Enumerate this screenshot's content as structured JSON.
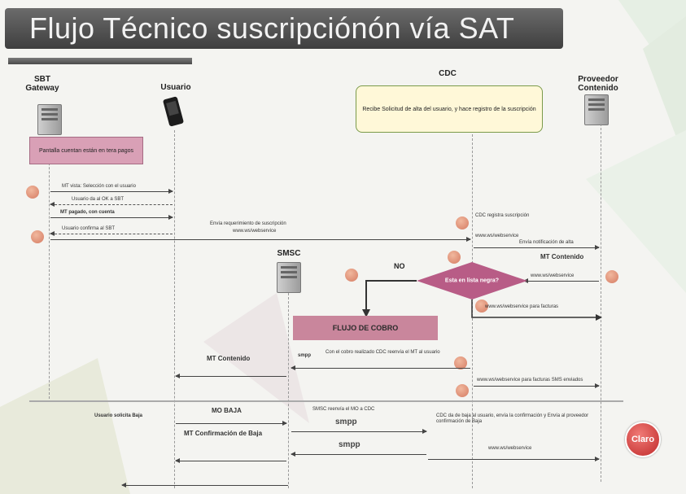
{
  "title": "Flujo Técnico suscripciónón vía SAT",
  "lifelines": {
    "sbt": "SBT Gateway",
    "usuario": "Usuario",
    "cdc": "CDC",
    "proveedor": "Proveedor Contenido",
    "smsc": "SMSC"
  },
  "boxes": {
    "sbt_note": "Pantalla cuentan están en tera pagos",
    "cdc_note": "Recibe Solicitud de alta del usuario, y hace registro de la suscripción",
    "cobro": "FLUJO DE COBRO",
    "decision": "Esta en lista negra?",
    "no_label": "NO"
  },
  "messages": {
    "m1": "MT vista: Selección con el usuario",
    "m2": "Usuario da al OK a SBT",
    "m3": "MT pagado, con cuenta",
    "m4": "Usuario confirma al SBT",
    "m5": "Envía requerimiento de suscripción",
    "m5b": "www.ws/webservice",
    "m6": "CDC registra suscripción",
    "m7": "www.ws/webservice",
    "m8": "Envía notificación de alta",
    "m9": "MT Contenido",
    "m10": "www.ws/webservice",
    "m11": "www.ws/webservice   para facturas",
    "m12": "MT Contenido",
    "m13": "smpp",
    "m14": "Con el cobro realizado CDC reenvía el MT al usuario",
    "m15": "www.ws/webservice   para facturas SMS enviados",
    "m16": "Usuario solicita Baja",
    "m17": "MO BAJA",
    "m18": "SMSC reenvía el MO a CDC",
    "m19": "CDC da de baja al usuario, envía la confirmación y Envía al proveedor confirmación de Baja",
    "m20": "MT Confirmación de Baja",
    "m21": "www.ws/webservice",
    "smpp1": "smpp",
    "smpp2": "smpp"
  },
  "logo": "Claro",
  "colors": {
    "title_bg": "#4f4f4f",
    "pink": "#d9a0b6",
    "step_orange": "#d57b62",
    "decision": "#b85c86",
    "cdc_box": "#fff8d8",
    "logo_red": "#c02a2a"
  }
}
